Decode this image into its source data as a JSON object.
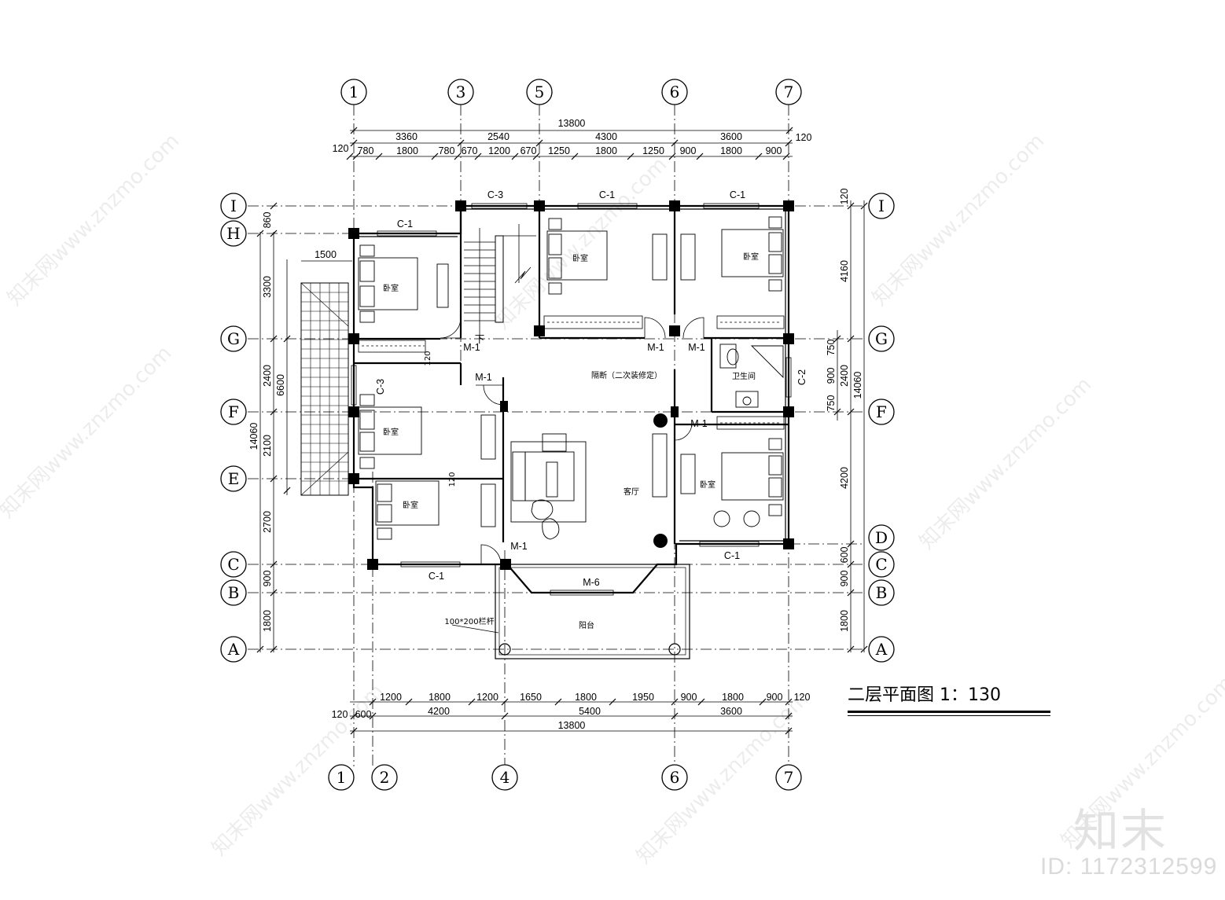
{
  "title": "二层平面图  1：130",
  "brand": "知末",
  "image_id": "ID: 1172312599",
  "watermark": "知末网www.znzmo.com",
  "axes": {
    "top": [
      "1",
      "3",
      "5",
      "6",
      "7"
    ],
    "bottom": [
      "1",
      "2",
      "4",
      "6",
      "7"
    ],
    "left": [
      "Ⅰ",
      "H",
      "G",
      "F",
      "E",
      "C",
      "B",
      "A"
    ],
    "right": [
      "Ⅰ",
      "G",
      "F",
      "D",
      "C",
      "B",
      "A"
    ]
  },
  "dims": {
    "top_total": "13800",
    "top_row1": [
      "3360",
      "2540",
      "4300",
      "3600"
    ],
    "top_row2": [
      "120",
      "780",
      "1800",
      "780",
      "670",
      "1200",
      "670",
      "1250",
      "1800",
      "1250",
      "900",
      "1800",
      "900",
      "120"
    ],
    "bottom_row1": [
      "1200",
      "1800",
      "1200",
      "1650",
      "1800",
      "1950",
      "900",
      "1800",
      "900",
      "120"
    ],
    "bottom_row2": [
      "120",
      "600",
      "4200",
      "5400",
      "3600"
    ],
    "bottom_total": "13800",
    "left_inner": [
      "860",
      "3300",
      "2400",
      "2100",
      "2700",
      "900",
      "1800"
    ],
    "left_mid": [
      "6600"
    ],
    "left_total": "14060",
    "right_inner": [
      "120",
      "4160",
      "750",
      "900",
      "750",
      "4200",
      "600",
      "900",
      "1800"
    ],
    "right_mid": [
      "2400"
    ],
    "right_total": "14060",
    "terrace_width": "1500",
    "wall_120_a": "120",
    "wall_120_b": "120"
  },
  "windows": [
    "C-3",
    "C-1",
    "C-1",
    "C-1",
    "C-3",
    "C-2",
    "C-1",
    "C-1"
  ],
  "doors": [
    "M-1",
    "M-1",
    "M-1",
    "M-1",
    "M-1",
    "M-1",
    "M-6"
  ],
  "stair_label": "下",
  "rooms": {
    "bedroom": "卧室",
    "living": "客厅",
    "bath": "卫生间",
    "balcony": "阳台",
    "partition_note": "隔断（二次装修定）",
    "railing_note": "100*200栏杆"
  }
}
